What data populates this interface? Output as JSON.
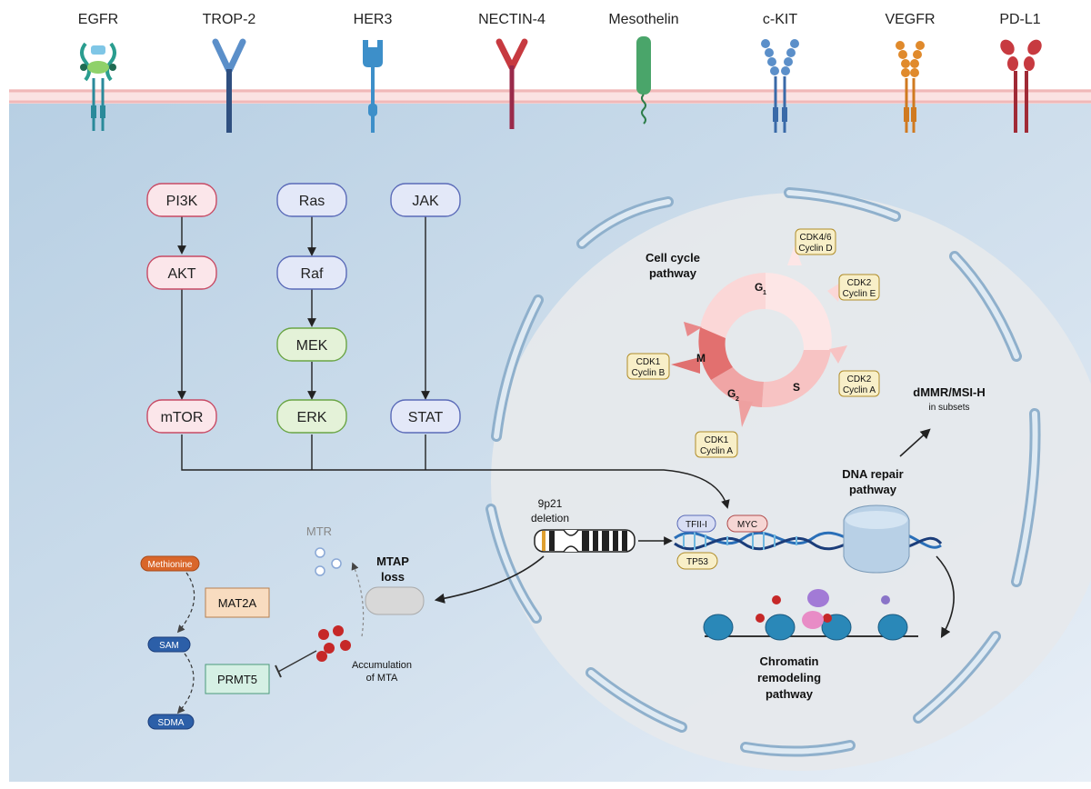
{
  "receptors": {
    "egfr": "EGFR",
    "trop2": "TROP-2",
    "her3": "HER3",
    "nectin4": "NECTIN-4",
    "mesothelin": "Mesothelin",
    "ckit": "c-KIT",
    "vegfr": "VEGFR",
    "pdl1": "PD-L1"
  },
  "pathways": {
    "pi3k": "PI3K",
    "akt": "AKT",
    "mtor": "mTOR",
    "ras": "Ras",
    "raf": "Raf",
    "mek": "MEK",
    "erk": "ERK",
    "jak": "JAK",
    "stat": "STAT"
  },
  "cell_cycle": {
    "title_line1": "Cell cycle",
    "title_line2": "pathway",
    "phase_g1": "G",
    "phase_g1_sub": "1",
    "phase_s": "S",
    "phase_g2": "G",
    "phase_g2_sub": "2",
    "phase_m": "M",
    "cdk46": "CDK4/6",
    "cyclin_d": "Cyclin D",
    "cdk2_e": "CDK2",
    "cyclin_e": "Cyclin E",
    "cdk2_a": "CDK2",
    "cyclin_a_s": "Cyclin A",
    "cdk1_a": "CDK1",
    "cyclin_a_g2": "Cyclin A",
    "cdk1_b": "CDK1",
    "cyclin_b": "Cyclin B"
  },
  "dna": {
    "deletion_line1": "9p21",
    "deletion_line2": "deletion",
    "tfii": "TFII-I",
    "myc": "MYC",
    "tp53": "TP53",
    "repair_line1": "DNA repair",
    "repair_line2": "pathway",
    "dmmr": "dMMR/MSI-H",
    "dmmr_sub": "in subsets"
  },
  "chromatin": {
    "line1": "Chromatin",
    "line2": "remodeling",
    "line3": "pathway"
  },
  "mtap": {
    "mtr": "MTR",
    "loss_line1": "MTAP",
    "loss_line2": "loss",
    "accum_line1": "Accumulation",
    "accum_line2": "of MTA",
    "methionine": "Methionine",
    "mat2a": "MAT2A",
    "sam": "SAM",
    "prmt5": "PRMT5",
    "sdma": "SDMA"
  },
  "colors": {
    "cytoplasm_top": "#b9d0e4",
    "cytoplasm_bottom": "#e4edf6",
    "nucleus": "#e8eaec",
    "nucleus_envelope": "#bcd0e2",
    "membrane": "#f6c9c9",
    "pi3k_fill": "#fbe6ea",
    "pi3k_stroke": "#c84a64",
    "ras_fill": "#e3e8f8",
    "ras_stroke": "#5a6ab8",
    "mek_fill": "#e4f2d8",
    "mek_stroke": "#6aa544",
    "cdk_fill": "#f8efc8",
    "cdk_stroke": "#b08d2a",
    "pill_orange": "#d9662a",
    "pill_blue": "#2c5fa8",
    "mat2a_fill": "#f8dcc0",
    "prmt5_fill": "#d5f0e4",
    "mta_red": "#c62828"
  }
}
